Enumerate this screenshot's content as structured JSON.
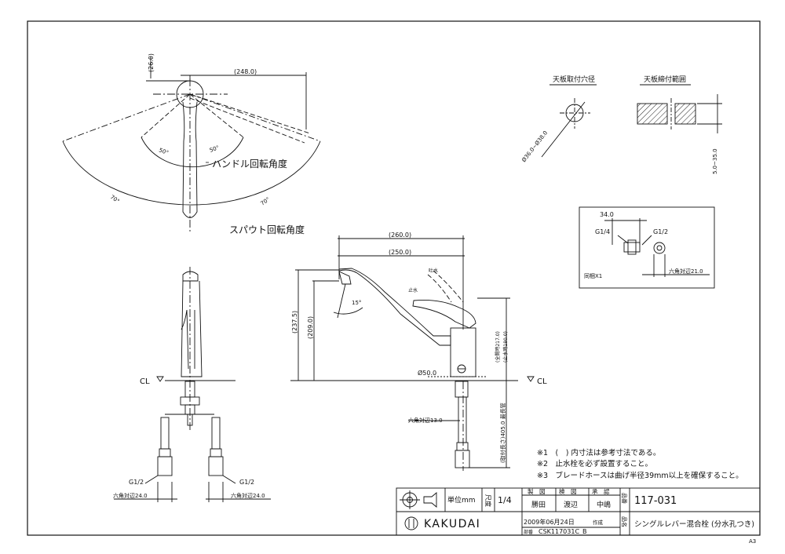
{
  "top_view": {
    "dim_top": "(26.0)",
    "dim_reach": "(248.0)",
    "angle_left_inner": "50°",
    "angle_right_inner": "50°",
    "angle_left_outer": "70°",
    "angle_right_outer": "70°",
    "handle_label": "ハンドル回転角度",
    "spout_label": "スパウト回転角度"
  },
  "hole": {
    "title": "天板取付穴径",
    "dim": "Ø36.0~Ø38.0"
  },
  "counter": {
    "title": "天板締付範囲",
    "dim": "5.0~35.0"
  },
  "fitting": {
    "dim_width": "34.0",
    "thread_left": "G1/4",
    "thread_right": "G1/2",
    "accessory": "同梱X1",
    "hex": "六角対辺21.0"
  },
  "side_view": {
    "dim_260": "(260.0)",
    "dim_250": "(250.0)",
    "dim_237": "(237.5)",
    "dim_209": "(209.0)",
    "angle": "15°",
    "label_open": "吐水",
    "label_close": "止水",
    "dim_217": "(全開時217.0)",
    "dim_180": "(止水時180.0)",
    "dia": "Ø50.0",
    "hex": "六角対辺13.0",
    "hose": "(取付長さ)405.0 最長管",
    "cl": "CL"
  },
  "front_view": {
    "cl": "CL",
    "thread_left": "G1/2",
    "thread_right": "G1/2",
    "hex_left": "六角対辺24.0",
    "hex_right": "六角対辺24.0"
  },
  "notes": [
    "※1　(　) 内寸法は参考寸法である。",
    "※2　止水栓を必ず設置すること。",
    "※3　ブレードホースは曲げ半径39mm以上を確保すること。"
  ],
  "title_block": {
    "unit": "単位mm",
    "scale_label": "尺度",
    "scale": "1/4",
    "col_make": "製　図",
    "col_check": "検　図",
    "col_approve": "承　認",
    "name_make": "勝田",
    "name_check": "渡辺",
    "name_approve": "中嶋",
    "logo": "KAKUDAI",
    "date": "2009年06月24日",
    "date_suffix": "作成",
    "code_label": "部番",
    "code": "CSK117031C_B",
    "no_label": "品番",
    "product_no": "117-031",
    "name_label": "品名",
    "product_name": "シングルレバー混合栓 (分水孔つき)",
    "sheet_size": "A3"
  }
}
